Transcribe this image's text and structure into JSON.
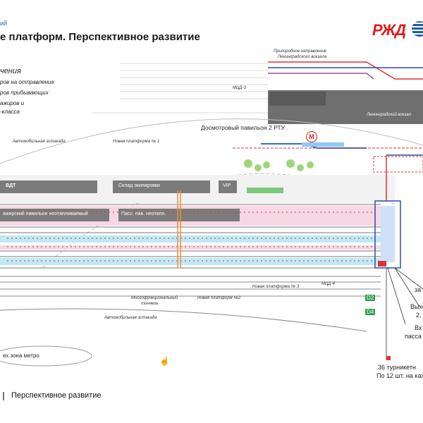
{
  "header": {
    "subtitle": "ий",
    "title": "е платформ. Перспективное развитие",
    "logo_text": "РЖД"
  },
  "legend": {
    "heading": "чения",
    "items": [
      "ров на отправление",
      "ров прибывающих",
      "ажиров и",
      "-класса"
    ]
  },
  "map_labels": {
    "suburban": "Пригородное направление",
    "suburban2": "Ленинградского вокзала",
    "mcd3_top": "МЦД-3",
    "station": "Ленинградский вокзал",
    "inspection": "Досмотровый павильон 2 РТУ",
    "metro": "М",
    "estacada_top": "Автомобильная эстакада",
    "new_platform_1": "Новая платформа № 1",
    "vdt": "ВДТ",
    "warehouse": "Склад экипировки",
    "vip": "VIP",
    "pass_pavilion": "ажирский павильон неотапливаемый",
    "pass_pav_short": "Пасс. пав. неотапл.",
    "multi_tunnel": "Многофункциональный",
    "multi_tunnel2": "тоннель",
    "new_platform_2": "Новая платформ №2",
    "new_platform_3": "Новая платформа № 3",
    "mcd4": "МЦД-4",
    "estacada_bottom": "Автомобильная эстакада",
    "metro_zone": "ех.зона метро",
    "right_z": "за",
    "right_exit": "Выхо",
    "right_two": "2,",
    "right_v": "Вх",
    "right_pass": "пасса",
    "turnstiles": "36 турникетн",
    "turnstiles2": "По 12 шт. на каж",
    "d2": "D2",
    "d4": "D4"
  },
  "footer": {
    "caption": "Перспективное развитие"
  },
  "colors": {
    "accent_red": "#e21a1a",
    "brand_blue": "#1e5aa8",
    "platform_pink": "#f6d7e3",
    "platform_cyan": "#bfe9f5",
    "building_grey": "#6f6f6f",
    "badge_green": "#2e9e4f"
  }
}
